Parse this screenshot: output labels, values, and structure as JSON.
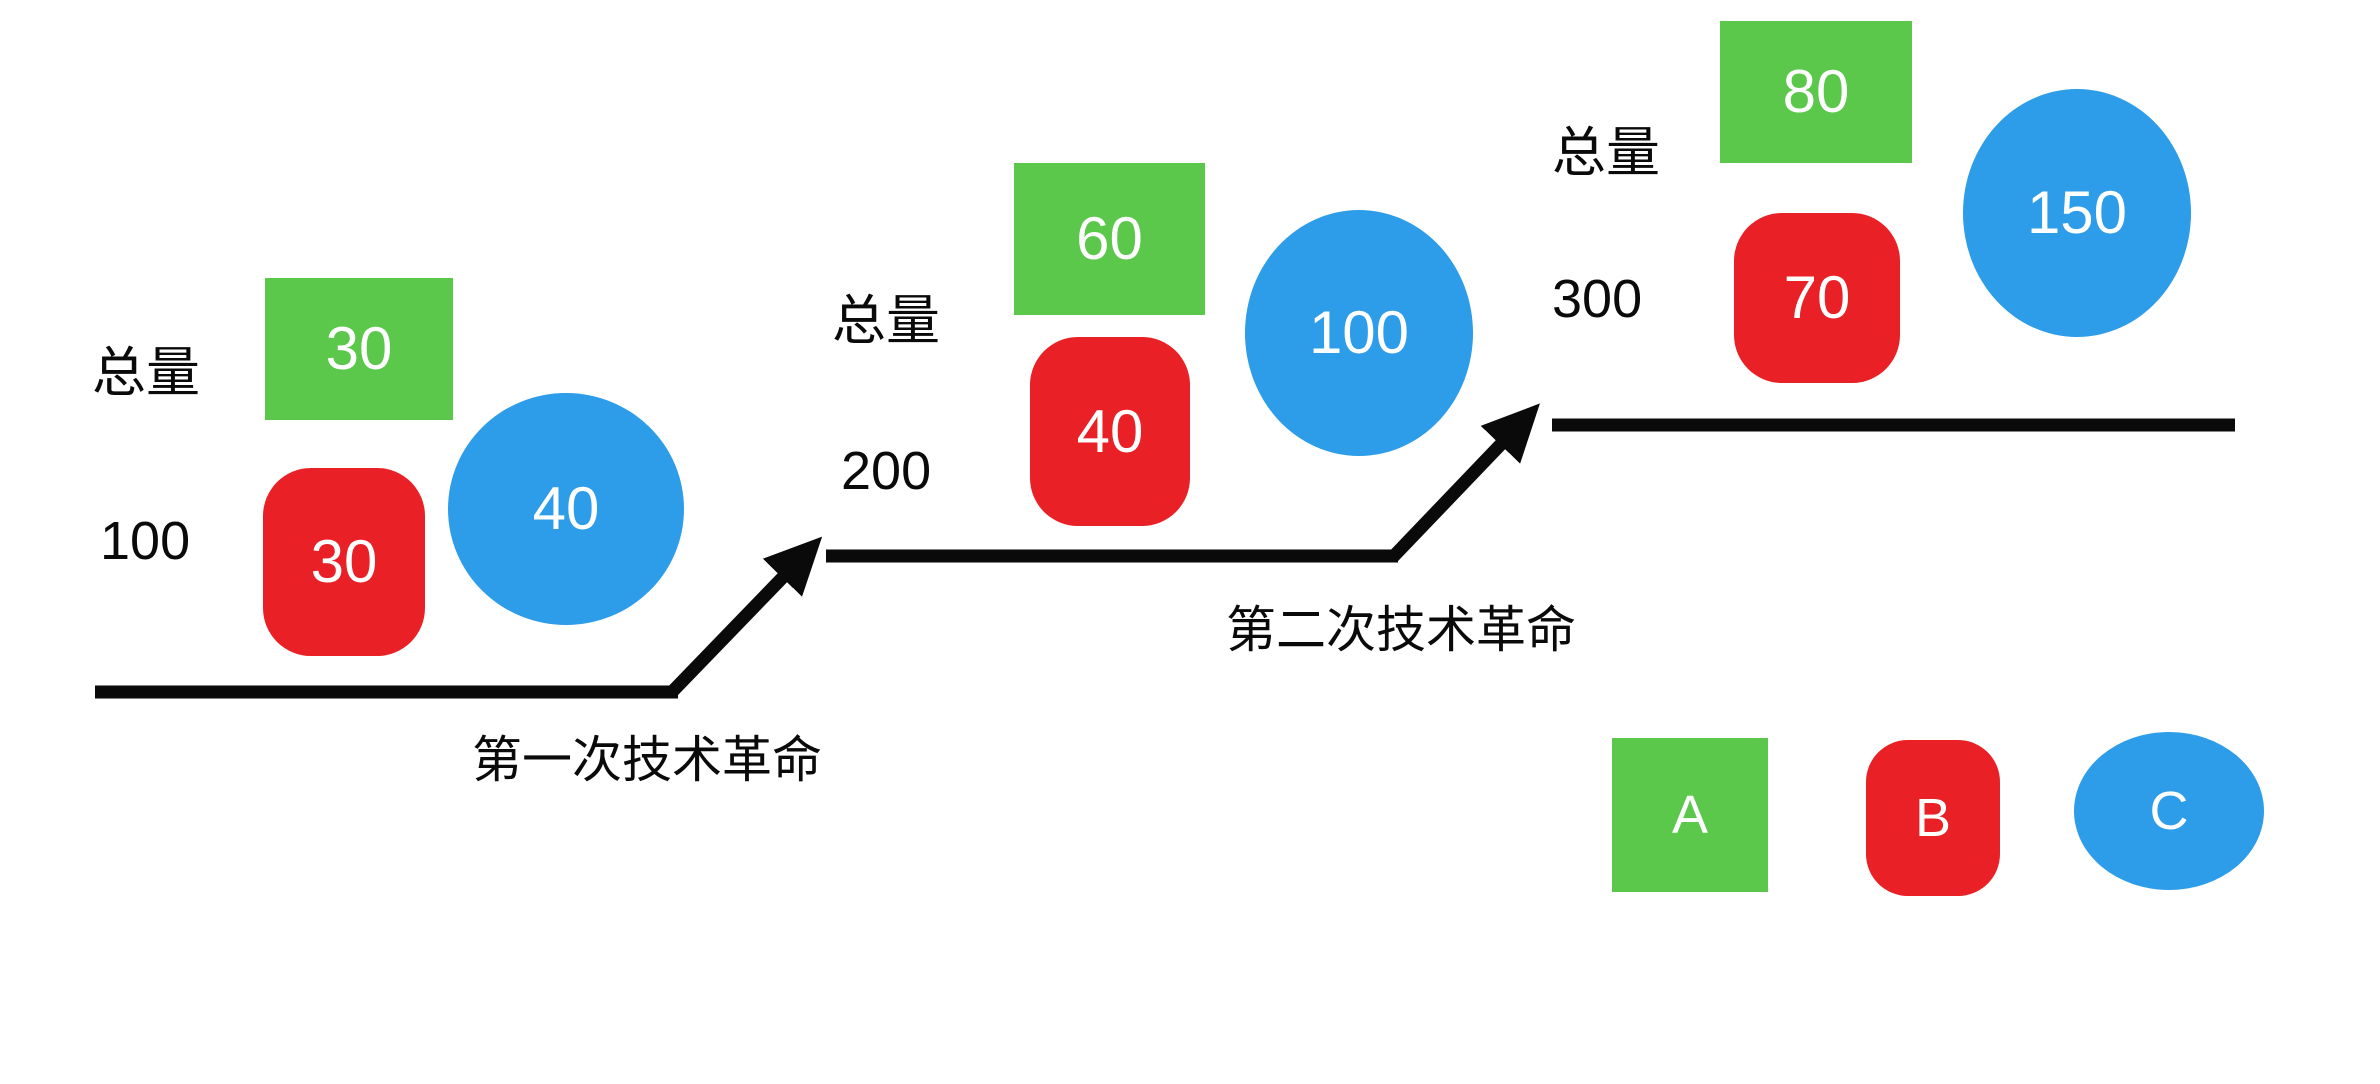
{
  "colors": {
    "green": "#5BC74B",
    "red": "#E92025",
    "blue": "#2D9CE9",
    "line": "#0A0A0A",
    "shape_text": "#FFFFFF"
  },
  "stages": [
    {
      "total_label": "总量",
      "total_value": "100",
      "values": {
        "a": "30",
        "b": "30",
        "c": "40"
      }
    },
    {
      "total_label": "总量",
      "total_value": "200",
      "values": {
        "a": "60",
        "b": "40",
        "c": "100"
      }
    },
    {
      "total_label": "总量",
      "total_value": "300",
      "values": {
        "a": "80",
        "b": "70",
        "c": "150"
      }
    }
  ],
  "transitions": [
    {
      "label": "第一次技术革命"
    },
    {
      "label": "第二次技术革命"
    }
  ],
  "legend": [
    {
      "label": "A",
      "shape": "square",
      "color": "green"
    },
    {
      "label": "B",
      "shape": "rounded-square",
      "color": "red"
    },
    {
      "label": "C",
      "shape": "ellipse",
      "color": "blue"
    }
  ]
}
